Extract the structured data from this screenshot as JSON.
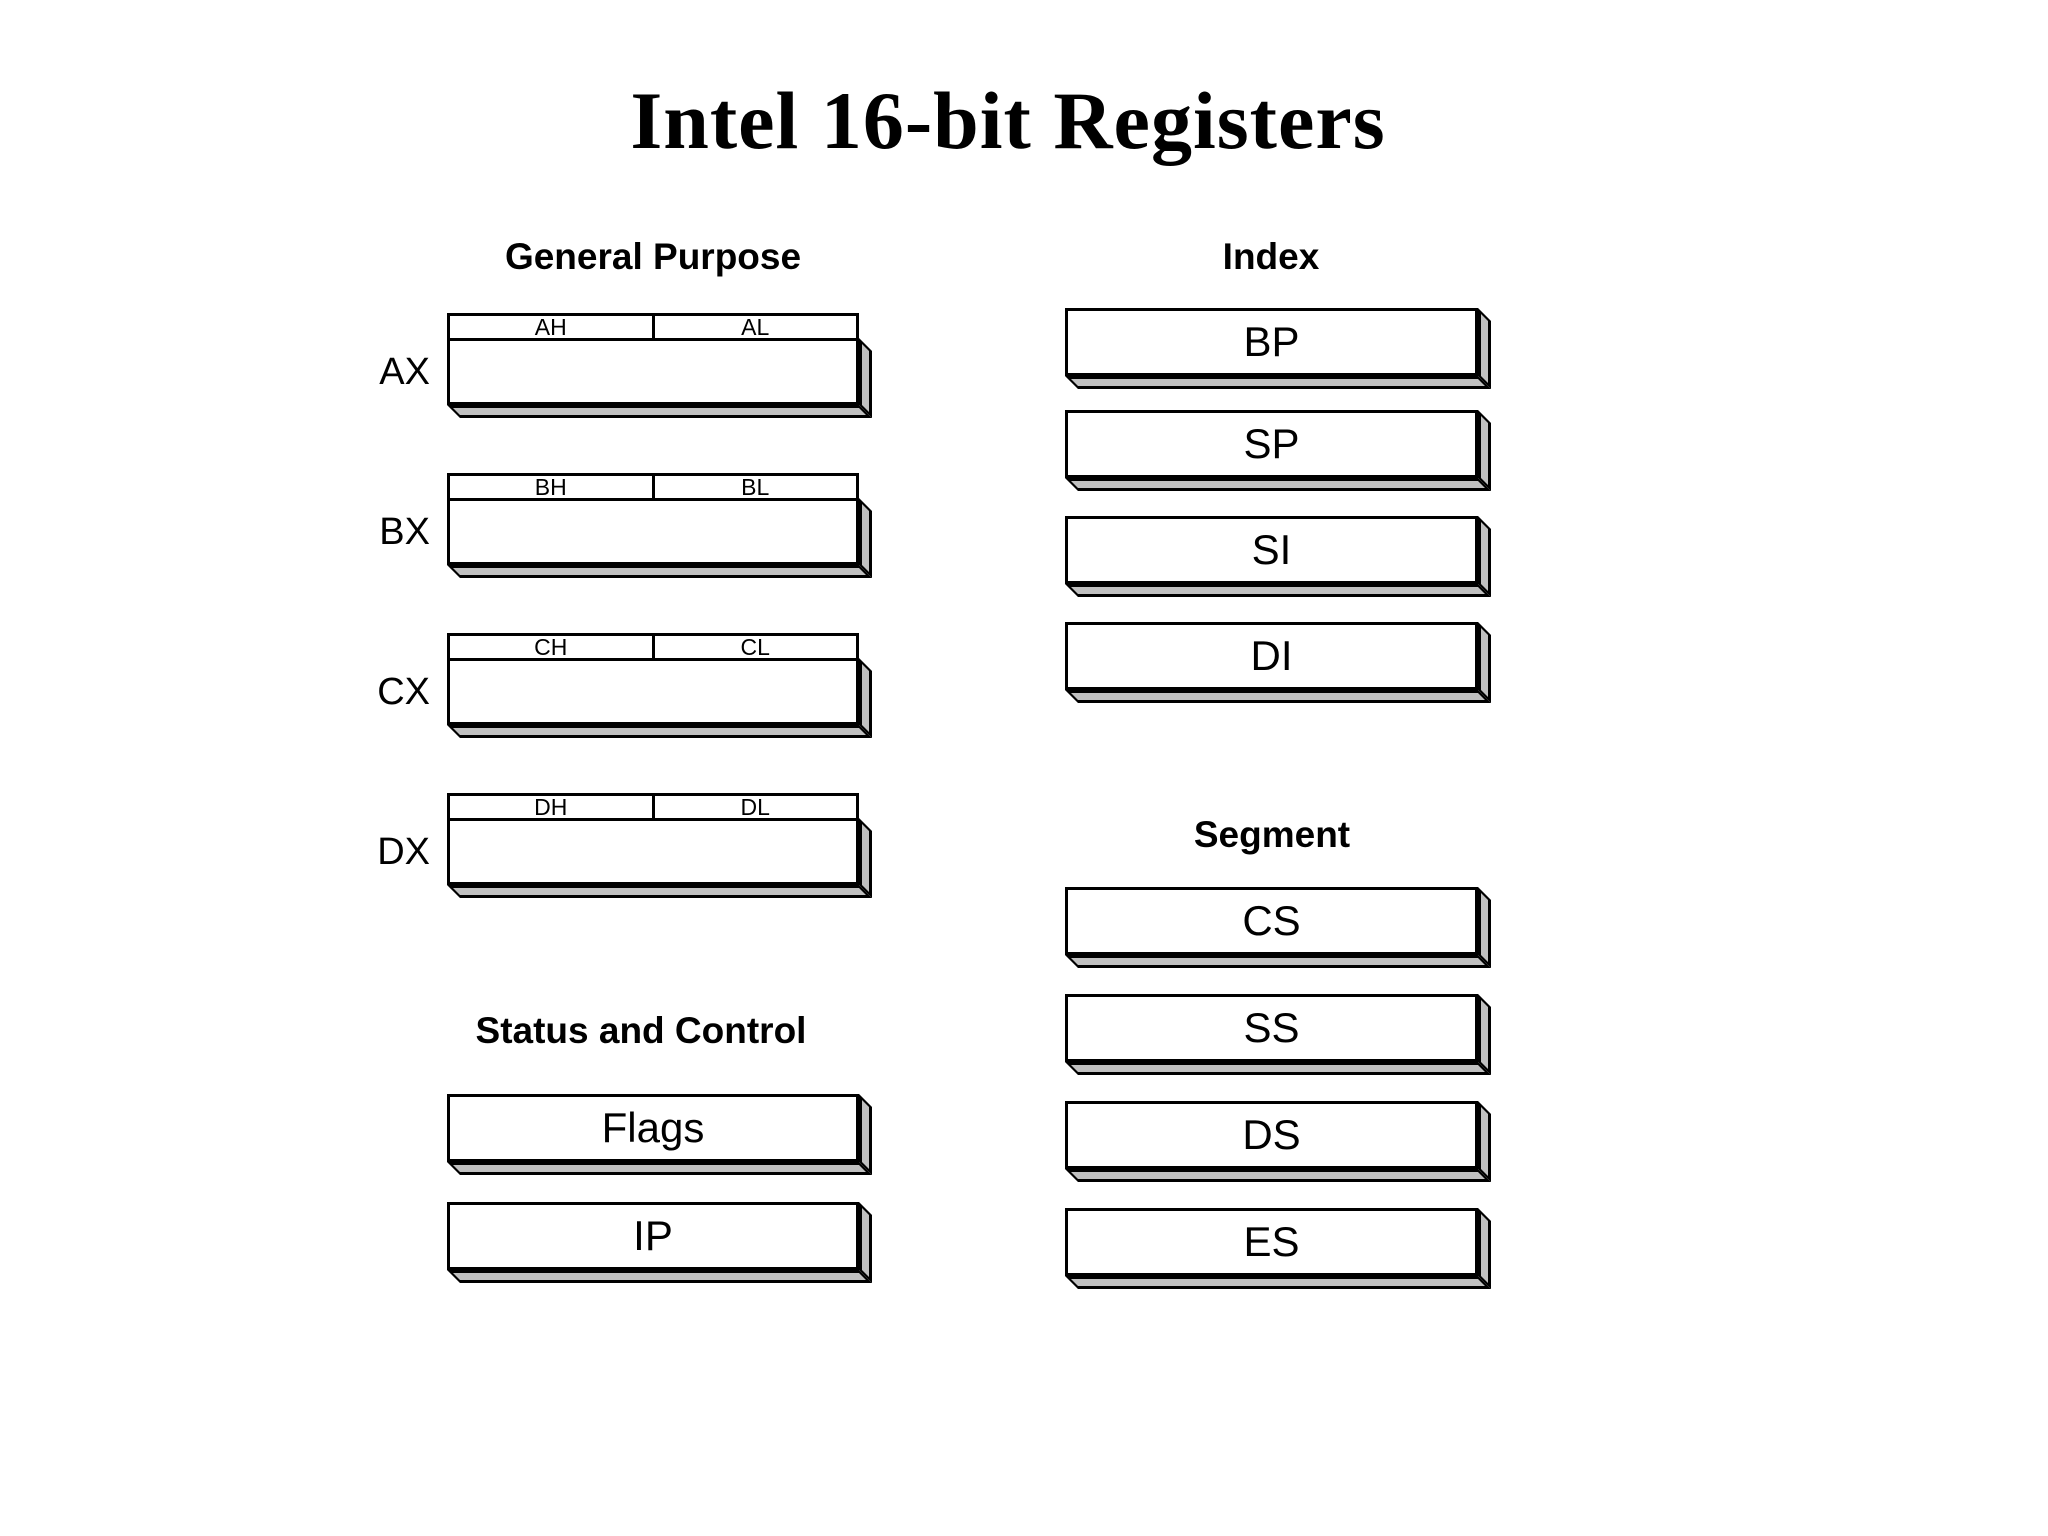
{
  "title": "Intel 16-bit Registers",
  "sections": {
    "general_purpose": {
      "heading": "General Purpose",
      "registers": [
        {
          "name": "AX",
          "high": "AH",
          "low": "AL"
        },
        {
          "name": "BX",
          "high": "BH",
          "low": "BL"
        },
        {
          "name": "CX",
          "high": "CH",
          "low": "CL"
        },
        {
          "name": "DX",
          "high": "DH",
          "low": "DL"
        }
      ]
    },
    "status_and_control": {
      "heading": "Status and Control",
      "registers": [
        {
          "name": "Flags"
        },
        {
          "name": "IP"
        }
      ]
    },
    "index": {
      "heading": "Index",
      "registers": [
        {
          "name": "BP"
        },
        {
          "name": "SP"
        },
        {
          "name": "SI"
        },
        {
          "name": "DI"
        }
      ]
    },
    "segment": {
      "heading": "Segment",
      "registers": [
        {
          "name": "CS"
        },
        {
          "name": "SS"
        },
        {
          "name": "DS"
        },
        {
          "name": "ES"
        }
      ]
    }
  },
  "colors": {
    "background": "#ffffff",
    "line": "#000000",
    "box_fill": "#ffffff",
    "shadow_fill": "#c0c0c0",
    "text": "#000000"
  }
}
